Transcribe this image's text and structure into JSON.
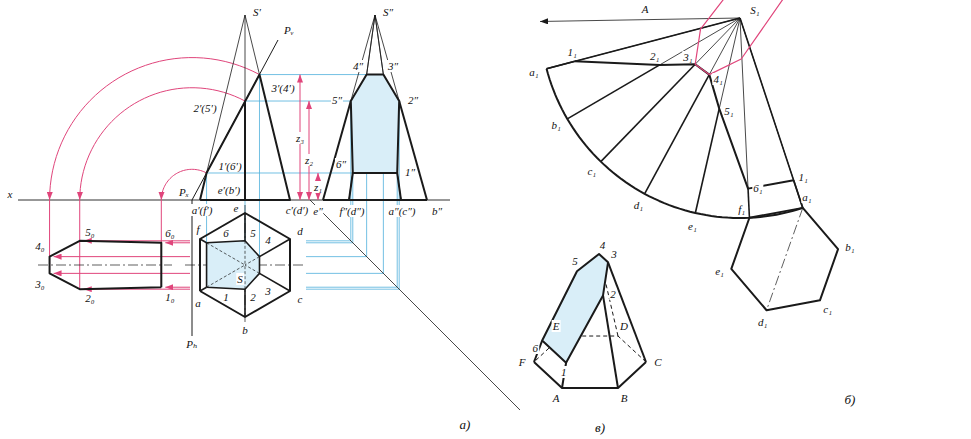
{
  "diagram": {
    "labels": [
      "S′",
      "Pᵥ",
      "3′(4′)",
      "2′(5′)",
      "1′(6′)",
      "x",
      "Pₓ",
      "a′(f′)",
      "e′(b′)",
      "c′(d′)",
      "S″",
      "4″",
      "3″",
      "5″",
      "2″",
      "6″",
      "1″",
      "e″",
      "f″(d″)",
      "a″(c″)",
      "b″",
      "z₃",
      "z₂",
      "z₁",
      "Pₕ",
      "f",
      "e",
      "d",
      "c",
      "b",
      "a",
      "S",
      "1",
      "2",
      "3",
      "4",
      "5",
      "6",
      "3₀",
      "4₀",
      "2₀",
      "5₀",
      "1₀",
      "6₀",
      "а)",
      "A",
      "S₁",
      "a₁",
      "b₁",
      "c₁",
      "d₁",
      "e₁",
      "f₁",
      "a₁",
      "1₁",
      "2₁",
      "3₁",
      "4₁",
      "5₁",
      "6₁",
      "1₁",
      "b₁",
      "c₁",
      "d₁",
      "e₁",
      "б)",
      "A",
      "B",
      "C",
      "D",
      "E",
      "F",
      "1",
      "2",
      "3",
      "4",
      "5",
      "6",
      "в)"
    ]
  }
}
